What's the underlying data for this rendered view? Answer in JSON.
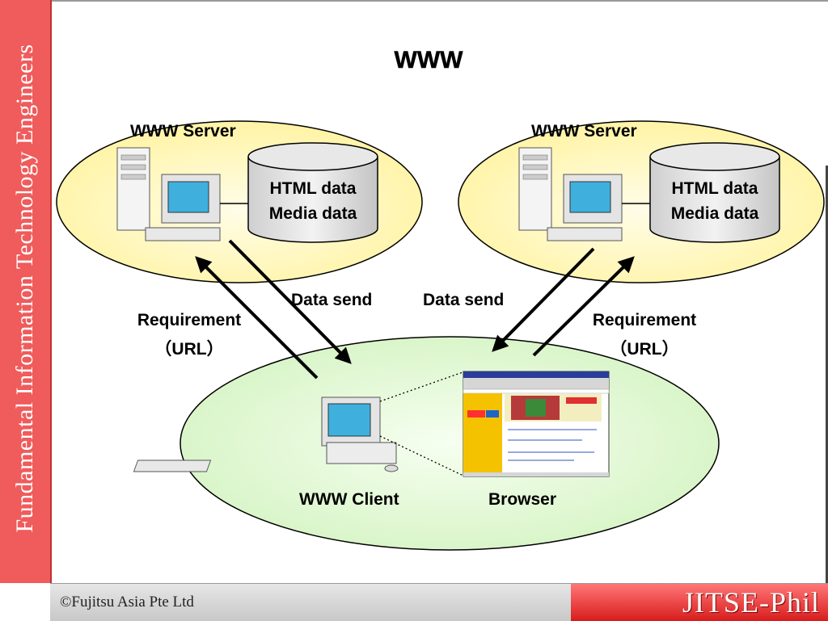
{
  "sidebar": {
    "text": "Fundamental Information Technology Engineers"
  },
  "title": "WWW",
  "server_left": {
    "label": "WWW Server",
    "db_line1": "HTML data",
    "db_line2": "Media data"
  },
  "server_right": {
    "label": "WWW Server",
    "db_line1": "HTML data",
    "db_line2": "Media data"
  },
  "arrows": {
    "left_request_line1": "Requirement",
    "left_request_line2": "（URL）",
    "left_send": "Data send",
    "right_send": "Data send",
    "right_request_line1": "Requirement",
    "right_request_line2": "（URL）"
  },
  "client": {
    "label": "WWW Client",
    "browser_label": "Browser"
  },
  "footer": {
    "copyright": "©Fujitsu Asia Pte Ltd",
    "brand": "JITSE-Phil"
  },
  "colors": {
    "sidebar": "#f05b5b",
    "server_ellipse": "#fffbc0",
    "client_ellipse": "#e4f8d8",
    "brand": "#d81c1c"
  }
}
